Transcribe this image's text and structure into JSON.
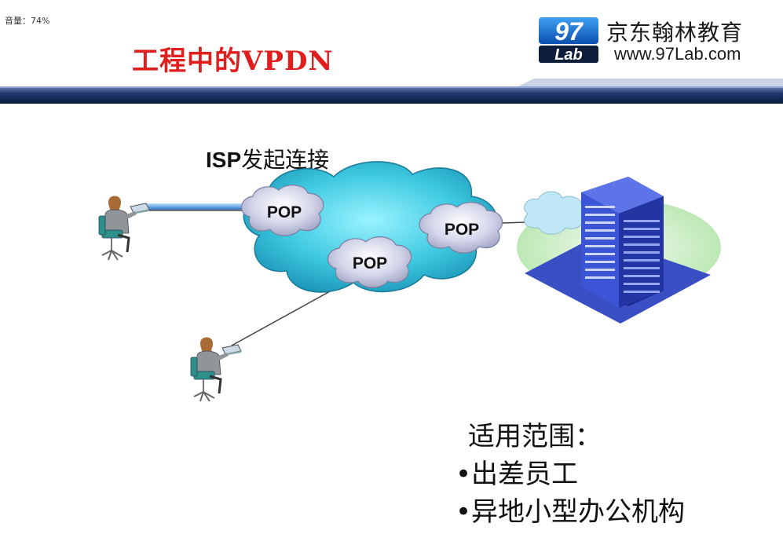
{
  "volume_label": "音量：74%",
  "slide_title": "工程中的VPDN",
  "brand": {
    "logo_top": "97",
    "logo_bottom": "Lab",
    "name": "京东翰林教育",
    "url": "www.97Lab.com"
  },
  "diagram": {
    "isp_prefix": "ISP",
    "isp_suffix": "发起连接",
    "pop_labels": [
      "POP",
      "POP",
      "POP"
    ]
  },
  "scope": {
    "heading": "适用范围：",
    "items": [
      "•出差员工",
      "•异地小型办公机构"
    ]
  },
  "colors": {
    "title_red": "#e01e1e",
    "cloud_cyan": "#3cc8e0",
    "building_blue": "#3b4fc4",
    "header_navy": "#0d1f4a"
  }
}
